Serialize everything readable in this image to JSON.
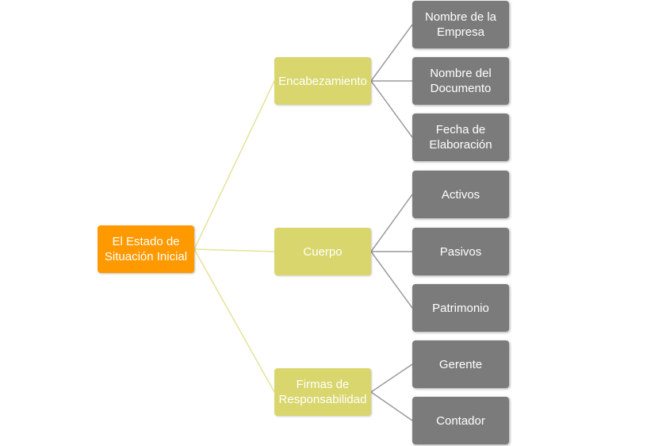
{
  "diagram": {
    "root": {
      "label": "El Estado de\nSituación Inicial",
      "color": "#ff9900"
    },
    "branches": [
      {
        "label": "Encabezamiento",
        "children": [
          "Nombre de la\nEmpresa",
          "Nombre del\nDocumento",
          "Fecha de\nElaboración"
        ]
      },
      {
        "label": "Cuerpo",
        "children": [
          "Activos",
          "Pasivos",
          "Patrimonio"
        ]
      },
      {
        "label": "Firmas de\nResponsabilidad",
        "children": [
          "Gerente",
          "Contador"
        ]
      }
    ],
    "colors": {
      "branch_fill": "#d8d66c",
      "leaf_fill": "#7b7b7b",
      "root_connector": "#e6e29a",
      "leaf_connector": "#9a9a9a"
    }
  }
}
